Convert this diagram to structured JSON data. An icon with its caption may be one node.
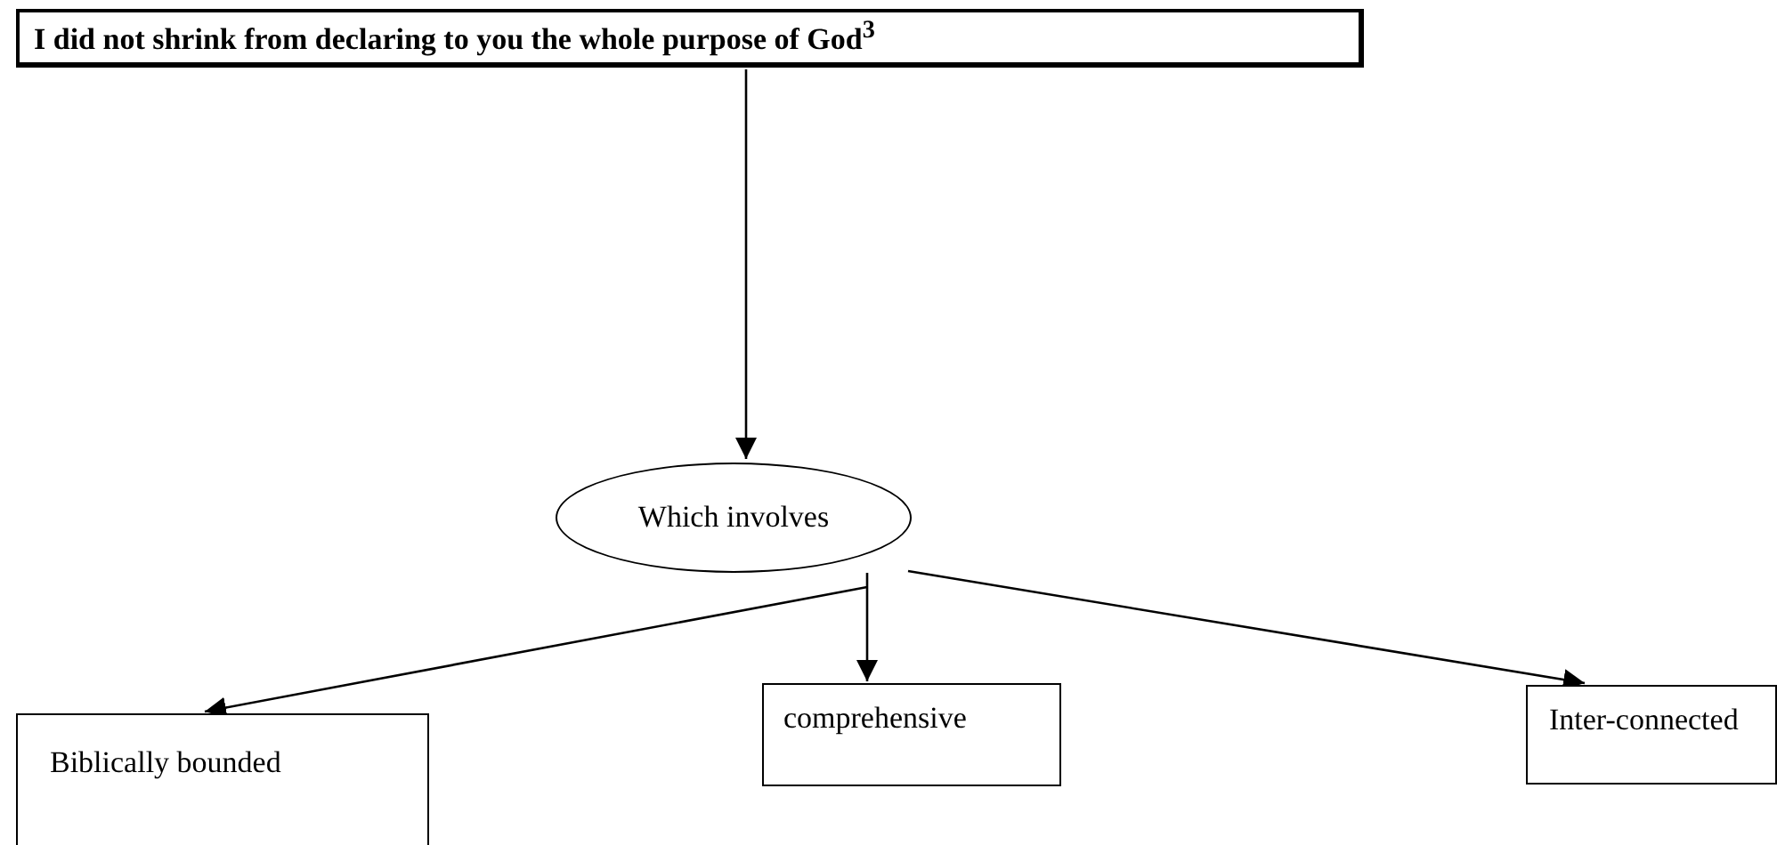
{
  "diagram": {
    "nodes": [
      {
        "text": [
          "I did not shrink from declaring to you the whole purpose of God$^{3}$"
        ]
      },
      {
        "text": [
          "Which involves"
        ]
      },
      {
        "text": [
          "Biblically bounded"
        ]
      },
      {
        "text": [
          "comprehensive"
        ]
      },
      {
        "text": [
          "Inter-connected"
        ]
      }
    ],
    "edges": [
      {
        "from": 0,
        "to": 1,
        "arrow": "to"
      },
      {
        "from": 1,
        "to": 2,
        "arrow": "to"
      },
      {
        "from": 1,
        "to": 3,
        "arrow": "to"
      },
      {
        "from": 1,
        "to": 4,
        "arrow": "to"
      }
    ]
  }
}
